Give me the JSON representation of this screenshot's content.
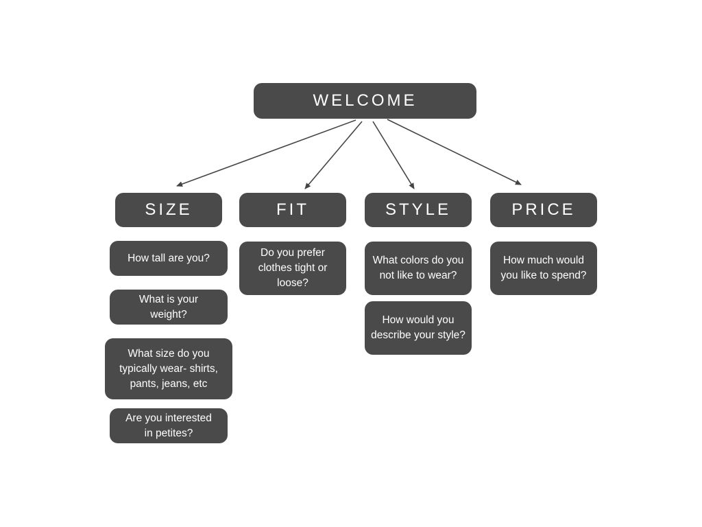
{
  "root": {
    "label": "WELCOME"
  },
  "categories": [
    {
      "label": "SIZE",
      "questions": [
        "How tall are you?",
        "What is your\nweight?",
        "What size do you\ntypically wear- shirts,\npants, jeans, etc",
        "Are you interested\nin petites?"
      ]
    },
    {
      "label": "FIT",
      "questions": [
        "Do you prefer\nclothes tight or\nloose?"
      ]
    },
    {
      "label": "STYLE",
      "questions": [
        "What colors do you\nnot like to wear?",
        "How would you\ndescribe your style?"
      ]
    },
    {
      "label": "PRICE",
      "questions": [
        "How much would\nyou like to spend?"
      ]
    }
  ],
  "colors": {
    "box_fill": "#4a4a4a",
    "text": "#ffffff",
    "arrow": "#444444",
    "background": "#ffffff"
  }
}
